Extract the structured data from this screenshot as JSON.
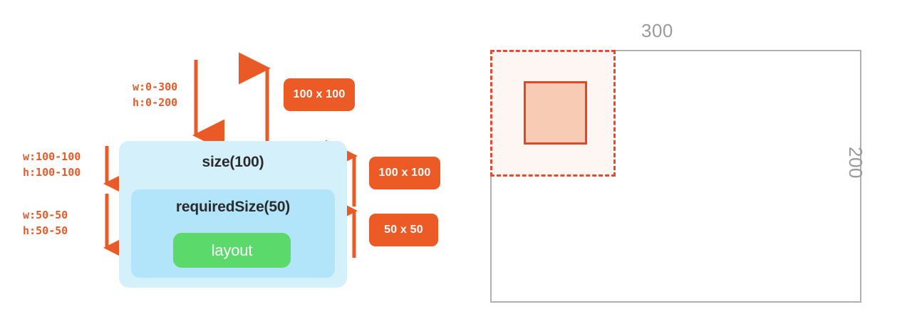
{
  "left_panel": {
    "outer_box": {
      "label": "size(100)"
    },
    "inner_box": {
      "label": "requiredSize(50)"
    },
    "layout_button": {
      "label": "layout"
    },
    "constraints": {
      "incoming": {
        "line1": "w:0-300",
        "line2": "h:0-200"
      },
      "child_in": {
        "line1": "w:100-100",
        "line2": "h:100-100"
      },
      "grandchild_in": {
        "line1": "w:50-50",
        "line2": "h:50-50"
      }
    },
    "badges": {
      "outer_result": "100 x 100",
      "size_result": "100 x 100",
      "required_result": "50 x 50"
    }
  },
  "right_panel": {
    "viewport": {
      "width_label": "300",
      "height_label": "200"
    },
    "dashed_box": {
      "meaning": "size-100x100"
    },
    "solid_box": {
      "meaning": "requiredSize-50x50"
    }
  },
  "colors": {
    "orange": "#ec5b26",
    "orange_dark": "#e0491f",
    "green": "#5bd96b",
    "blue_light": "#d3f0fb",
    "blue_mid": "#b3e5fa",
    "gray": "#b0b0b0",
    "pink_fill": "#f8ccb4",
    "pink_tint": "#fdf6f2"
  }
}
